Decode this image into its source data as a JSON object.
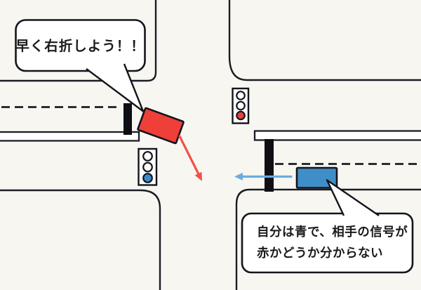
{
  "diagram": {
    "type": "traffic-accident-intersection-diagram",
    "bubbles": {
      "red_driver": {
        "text": "早く右折しよう！！"
      },
      "blue_driver": {
        "line1": "自分は青で、相手の信号が",
        "line2": "赤かどうか分からない"
      }
    },
    "signals": {
      "north": {
        "top": "off",
        "middle": "off",
        "bottom": "red"
      },
      "south": {
        "top": "off",
        "middle": "off",
        "bottom": "blue"
      }
    },
    "vehicles": {
      "red_car": {
        "action": "turning-right",
        "heading": "east-southeast"
      },
      "blue_car": {
        "action": "going-straight",
        "heading": "west"
      }
    }
  },
  "colors": {
    "background": "#f8f6f0",
    "line": "#1c1c26",
    "car_red": "#ee4038",
    "car_blue": "#3f8ec8",
    "arrow_red": "#f25048",
    "arrow_blue": "#6aacdf",
    "light_red": "#e84038",
    "light_blue": "#3a8cc6",
    "lamp_off": "#ffffff",
    "bubble_fill": "#ffffff",
    "text": "#1a1a1a"
  }
}
